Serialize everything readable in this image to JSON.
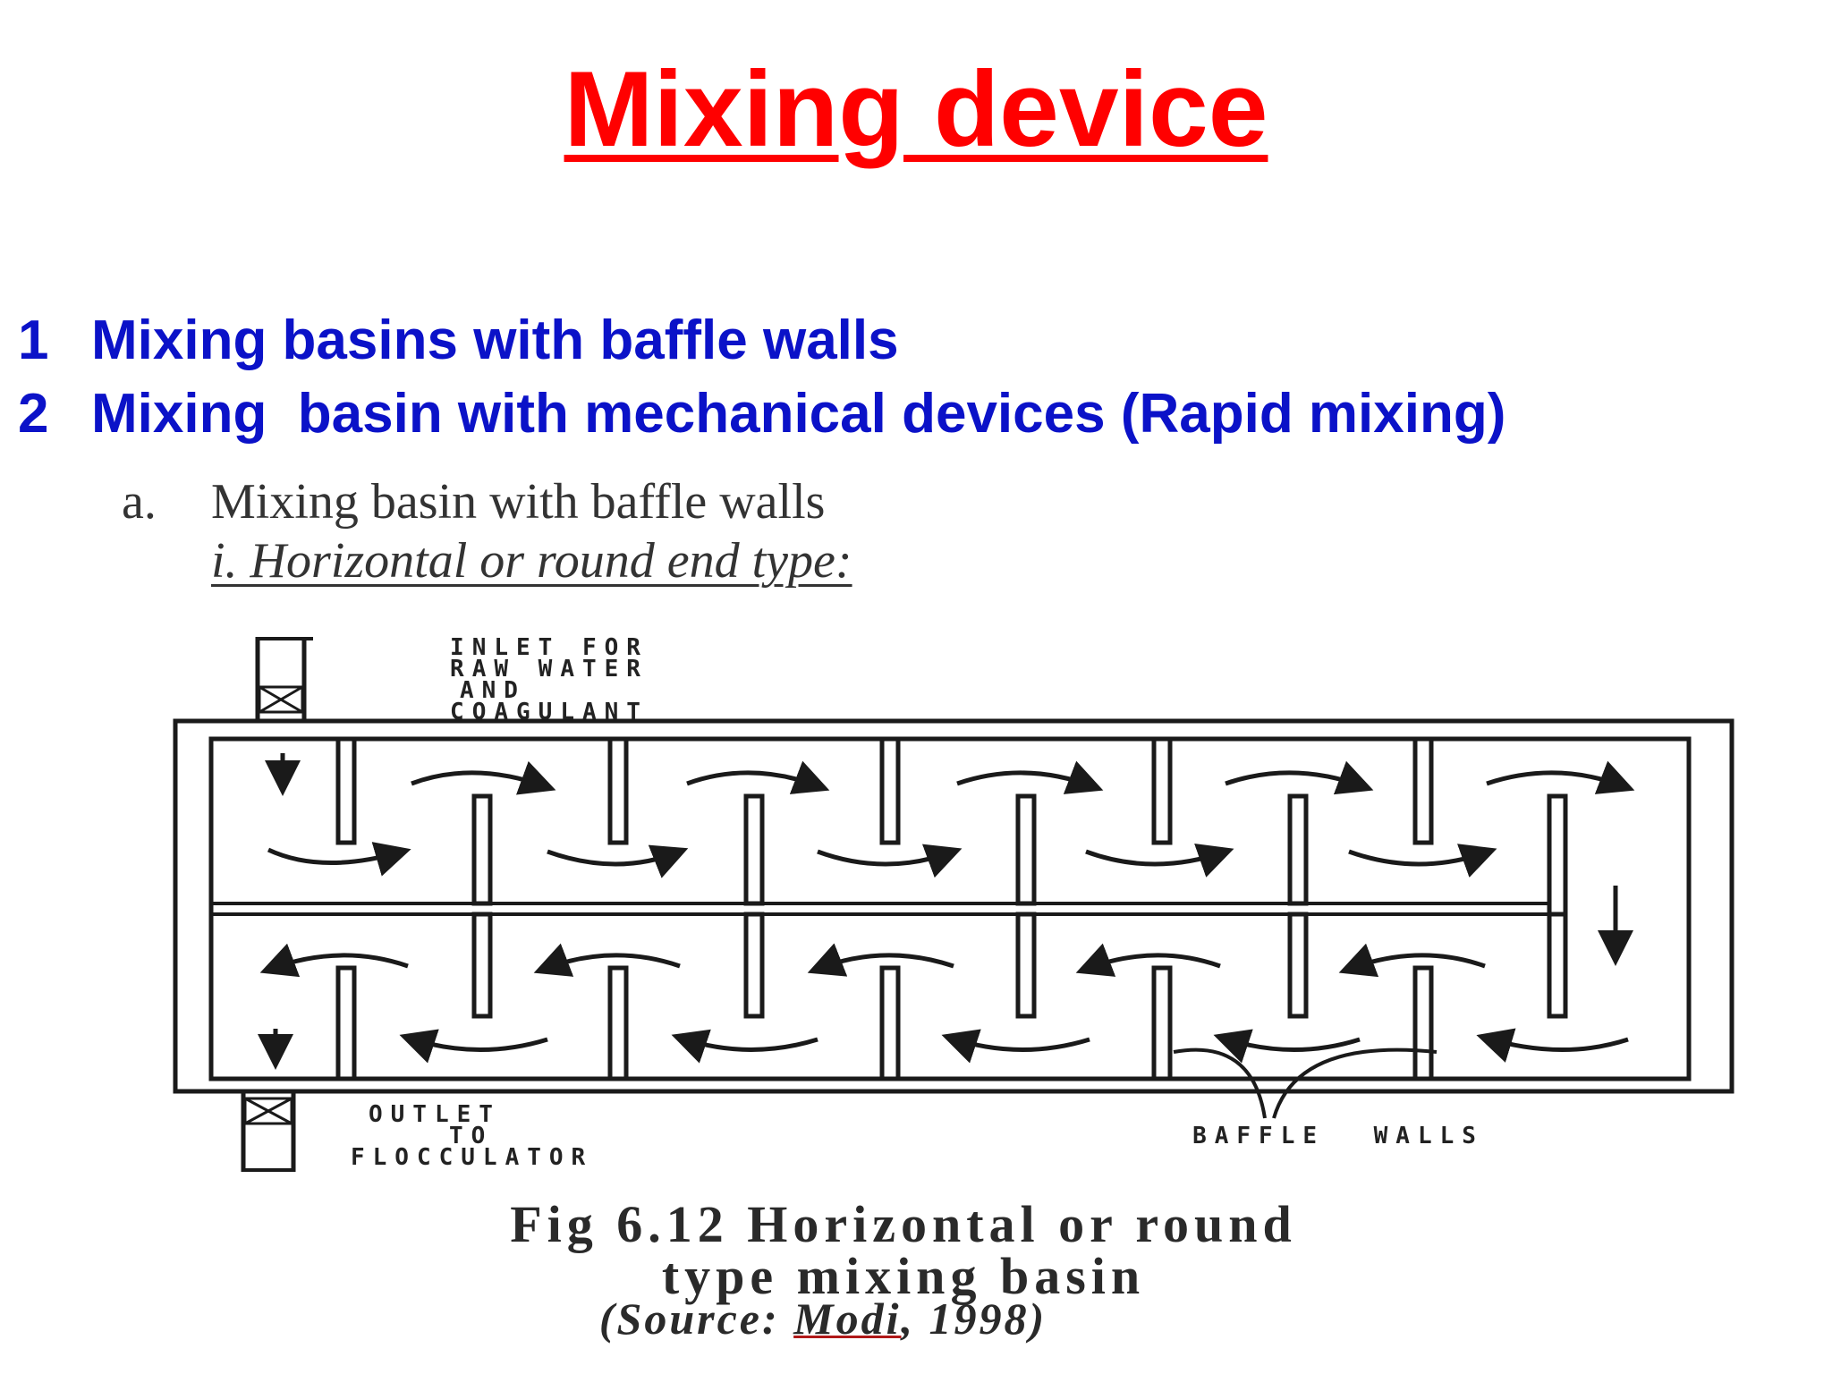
{
  "title": "Mixing device",
  "list": [
    {
      "num": "1",
      "text": "Mixing basins with baffle walls"
    },
    {
      "num": "2",
      "text": "Mixing  basin with mechanical devices (Rapid mixing)"
    }
  ],
  "figure": {
    "section_letter": "a.",
    "section_title": "Mixing basin with baffle walls",
    "subsection": "i. Horizontal or round end type:",
    "labels": {
      "inlet": [
        "INLET FOR",
        "RAW WATER",
        "AND",
        "COAGULANT"
      ],
      "outlet": [
        "OUTLET",
        "TO",
        "FLOCCULATOR"
      ],
      "baffle": "BAFFLE WALLS"
    },
    "caption_line1": "Fig 6.12 Horizontal or round",
    "caption_line2": "type mixing basin",
    "source_open": "(Source: ",
    "source_author": "Modi",
    "source_close": ", 1998)"
  }
}
